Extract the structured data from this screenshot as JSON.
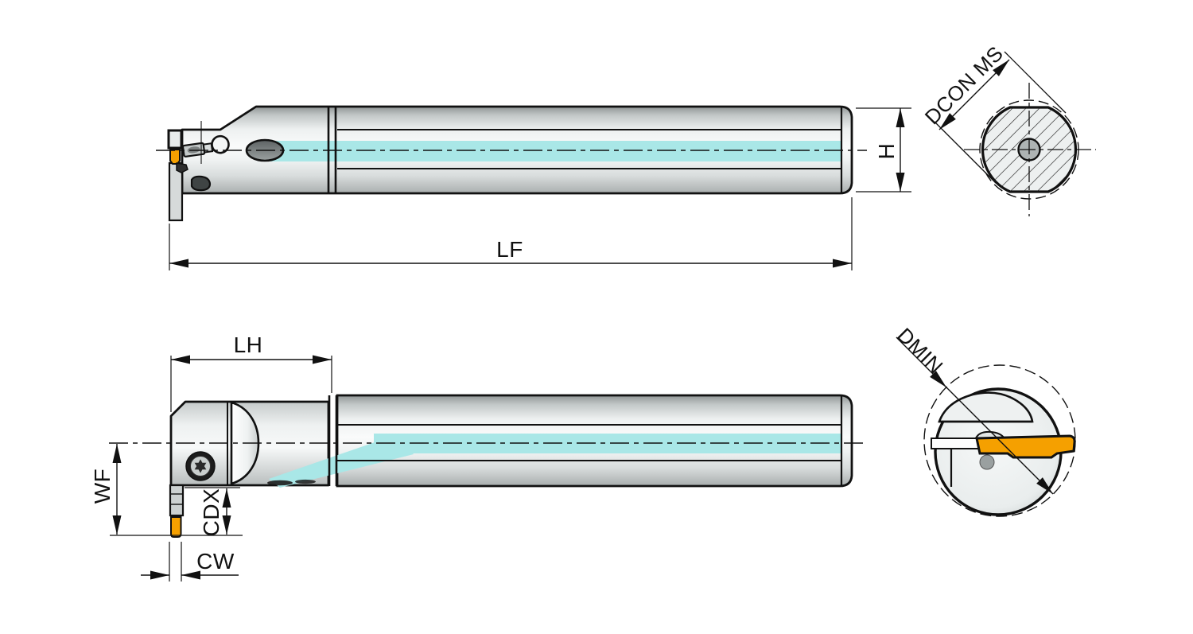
{
  "drawing_title": "internal grooving bar dimension drawing",
  "labels": {
    "lf": "LF",
    "h": "H",
    "dcon_ms": "DCON MS",
    "lh": "LH",
    "wf": "WF",
    "cdx": "CDX",
    "cw": "CW",
    "dmin": "DMIN"
  },
  "colors": {
    "background": "#FFFFFF",
    "outline": "#111111",
    "accent-orange": "#F5A000",
    "coolant-cyan": "#A9E7E7",
    "body-gray": "#E9EDED",
    "hatch-fill": "#EDF0F0",
    "hole-gray": "#AEB4B4",
    "dim-line": "#111111"
  }
}
